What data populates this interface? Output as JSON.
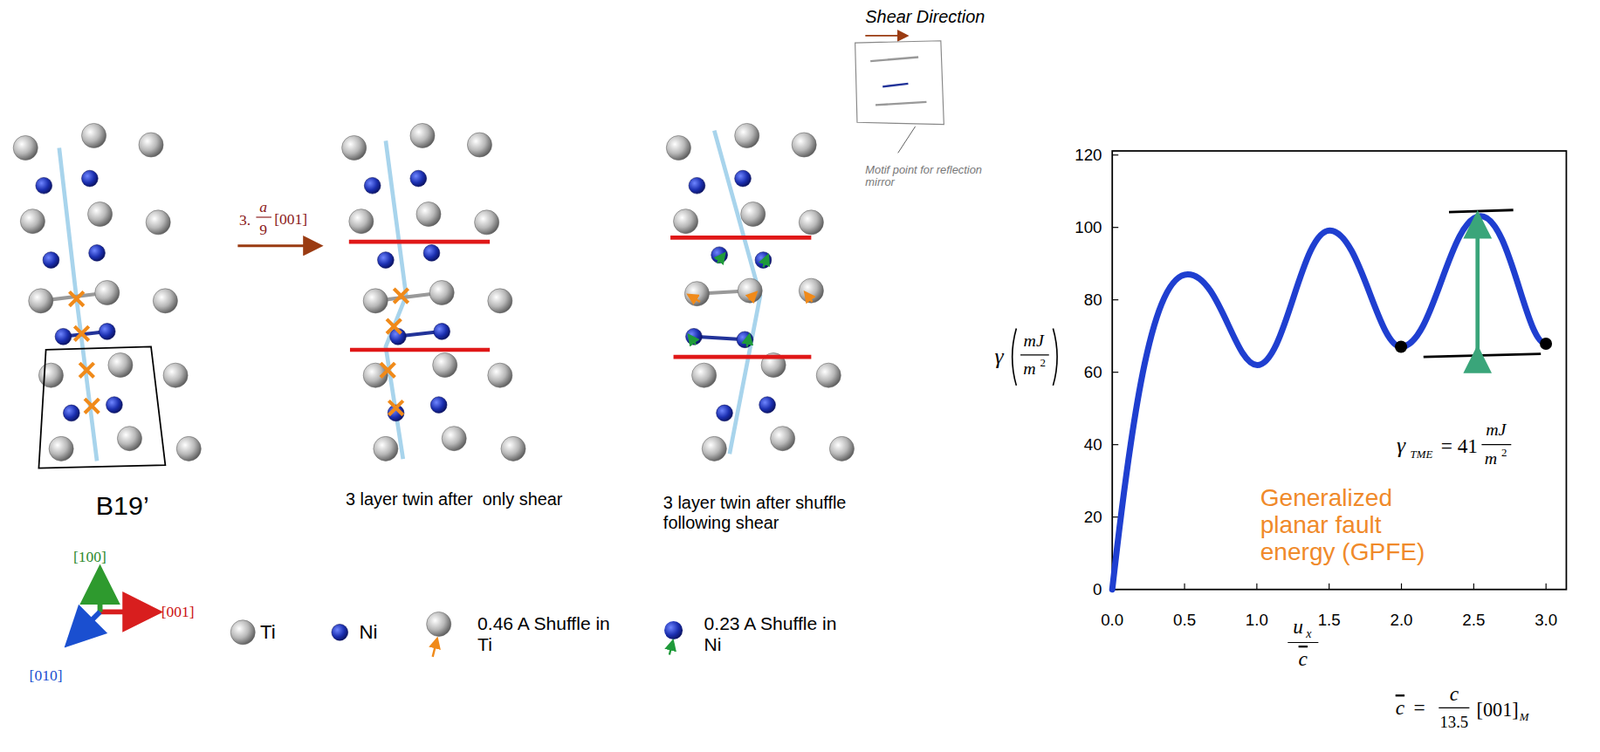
{
  "diagram": {
    "labels": [
      "Shear Direction",
      "Motif point for reflection mirror",
      "3.",
      "a",
      "9",
      "[001]",
      "B19’",
      "3 layer twin after  only shear",
      "3 layer twin after shuffle following shear",
      "[100]",
      "[001]",
      "[010]",
      "0",
      "20",
      "40",
      "60",
      "80",
      "100",
      "120",
      "0.0",
      "0.5",
      "1.0",
      "1.5",
      "2.0",
      "2.5",
      "3.0",
      "γ",
      "mJ",
      "m",
      "2",
      "γ",
      "TME",
      "= 41",
      "mJ",
      "m",
      "2",
      "Generalized planar fault energy (GPFE)",
      "u",
      "x",
      "c",
      "c",
      "=",
      "c",
      "13.5",
      "[001]",
      "M"
    ],
    "legend": [
      {
        "text": "Ti"
      },
      {
        "text": "Ni"
      },
      {
        "text": "0.46 A Shuffle in Ti"
      },
      {
        "text": "0.23 A Shuffle in Ni"
      }
    ]
  }
}
